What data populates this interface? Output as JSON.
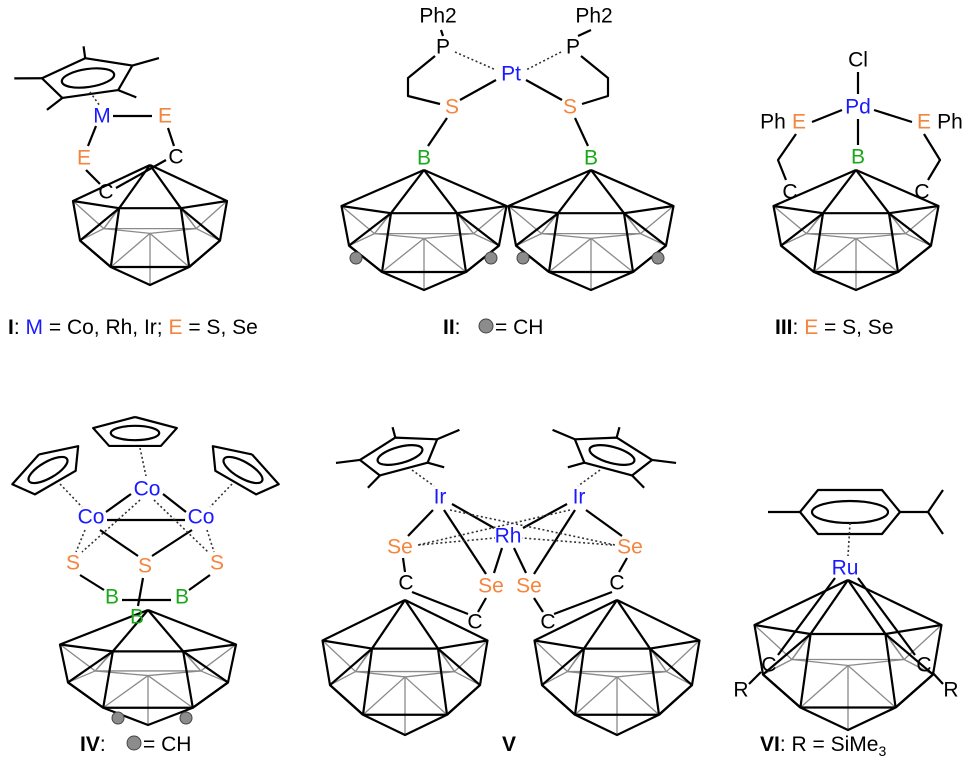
{
  "colors": {
    "metal": "#1a1aff",
    "chalcogen": "#f5843c",
    "boron": "#1aa81a",
    "text": "#000000",
    "ch_ball": "#8c8c8c"
  },
  "labels": {
    "I": {
      "M": "M",
      "E1": "E",
      "E2": "E",
      "C1": "C",
      "C2": "C"
    },
    "II": {
      "P1": "P",
      "P2": "P",
      "Ph2a": "Ph2",
      "Ph2b": "Ph2",
      "Pt": "Pt",
      "S1": "S",
      "S2": "S",
      "B1": "B",
      "B2": "B"
    },
    "III": {
      "Cl": "Cl",
      "Pd": "Pd",
      "PhL": "Ph",
      "E1": "E",
      "E2": "E",
      "PhR": "Ph",
      "B": "B",
      "C1": "C",
      "C2": "C"
    },
    "IV": {
      "Co_top": "Co",
      "Co_left": "Co",
      "Co_right": "Co",
      "S1": "S",
      "S2": "S",
      "S3": "S",
      "B1": "B",
      "B2": "B",
      "B3": "B"
    },
    "V": {
      "Ir1": "Ir",
      "Ir2": "Ir",
      "Rh": "Rh",
      "Se1": "Se",
      "Se2": "Se",
      "Se3": "Se",
      "Se4": "Se",
      "C1": "C",
      "C2": "C",
      "C3": "C",
      "C4": "C"
    },
    "VI": {
      "Ru": "Ru",
      "C1": "C",
      "C2": "C",
      "R1": "R",
      "R2": "R"
    }
  },
  "captions": {
    "I": {
      "num": "I",
      "m": "M",
      "eq1": " = Co, Rh, Ir; ",
      "e": "E",
      "eq2": " = S, Se"
    },
    "II": {
      "num": "II",
      "text": " = CH"
    },
    "III": {
      "num": "III",
      "e": "E",
      "eq": " = S, Se"
    },
    "IV": {
      "num": "IV",
      "text": " = CH"
    },
    "V": {
      "num": "V"
    },
    "VI": {
      "num": "VI",
      "text": ": R = SiMe",
      "sub": "3"
    }
  }
}
